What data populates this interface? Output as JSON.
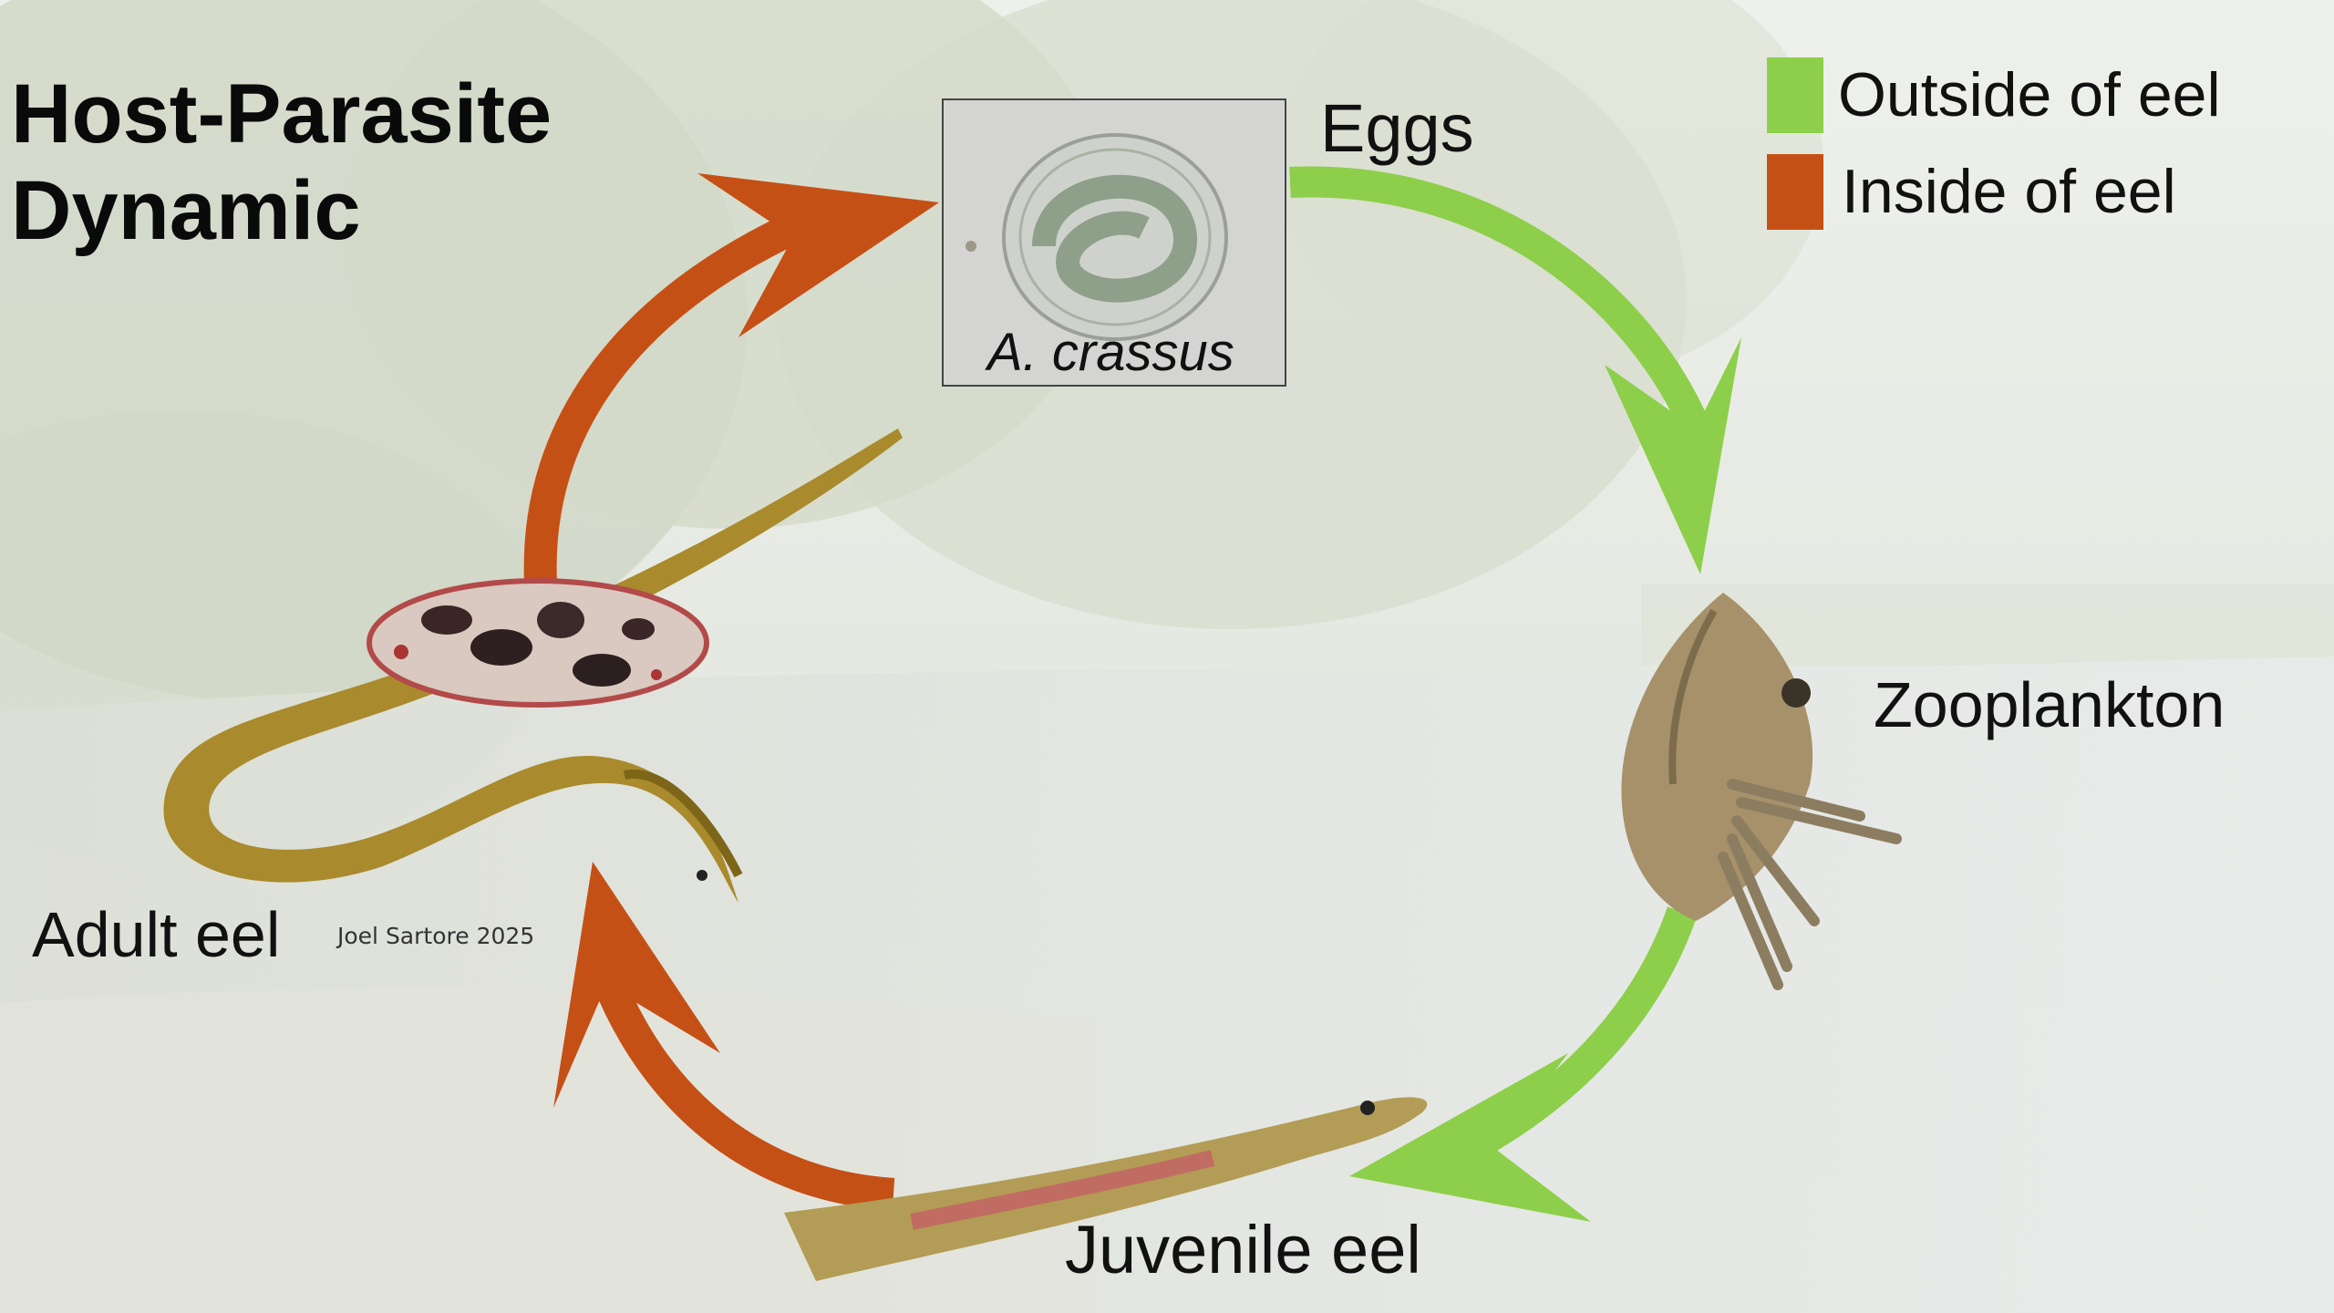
{
  "title": {
    "line1": "Host-Parasite",
    "line2": "Dynamic"
  },
  "legend": [
    {
      "label": "Outside of eel",
      "color": "#8dcf4a"
    },
    {
      "label": "Inside of eel",
      "color": "#c55016"
    }
  ],
  "stages": {
    "eggs": "Eggs",
    "zooplankton": "Zooplankton",
    "juvenile": "Juvenile eel",
    "adult": "Adult eel"
  },
  "microscope_label": "A. crassus",
  "credit": "Joel Sartore 2025",
  "colors": {
    "outside": "#8dcf4a",
    "inside": "#c55016"
  }
}
